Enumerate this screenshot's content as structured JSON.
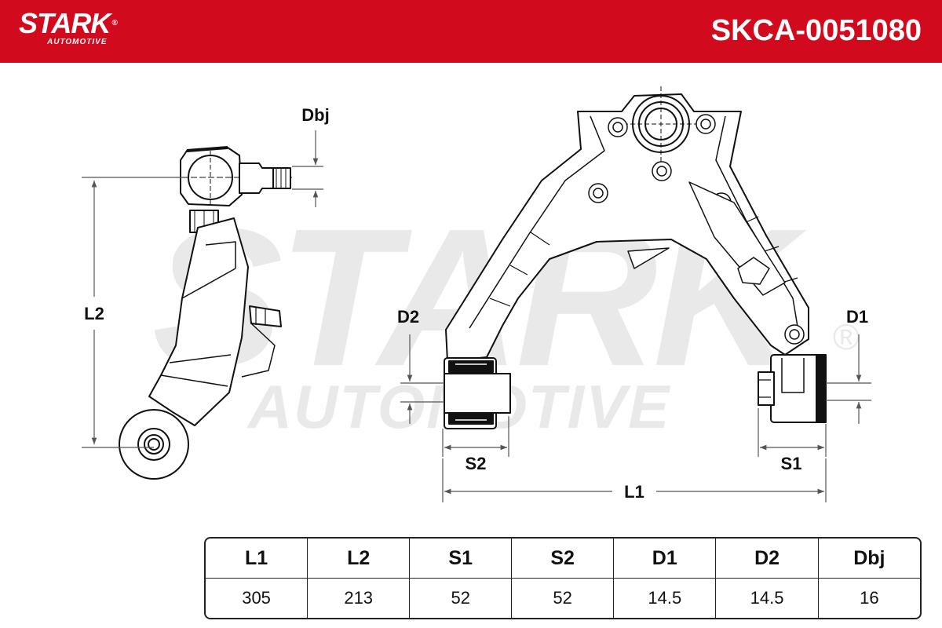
{
  "brand": {
    "logo_text": "STARK",
    "logo_subtext": "AUTOMOTIVE",
    "registered_mark": "®",
    "accent_color": "#d20a1e"
  },
  "header": {
    "part_number": "SKCA-0051080"
  },
  "watermark": {
    "main": "STARK",
    "sub": "AUTOMOTIVE",
    "registered_mark": "®"
  },
  "drawing_labels": {
    "dbj": "Dbj",
    "l2": "L2",
    "d2": "D2",
    "d1": "D1",
    "s2": "S2",
    "s1": "S1",
    "l1": "L1"
  },
  "table": {
    "headers": [
      "L1",
      "L2",
      "S1",
      "S2",
      "D1",
      "D2",
      "Dbj"
    ],
    "values": [
      "305",
      "213",
      "52",
      "52",
      "14.5",
      "14.5",
      "16"
    ]
  }
}
